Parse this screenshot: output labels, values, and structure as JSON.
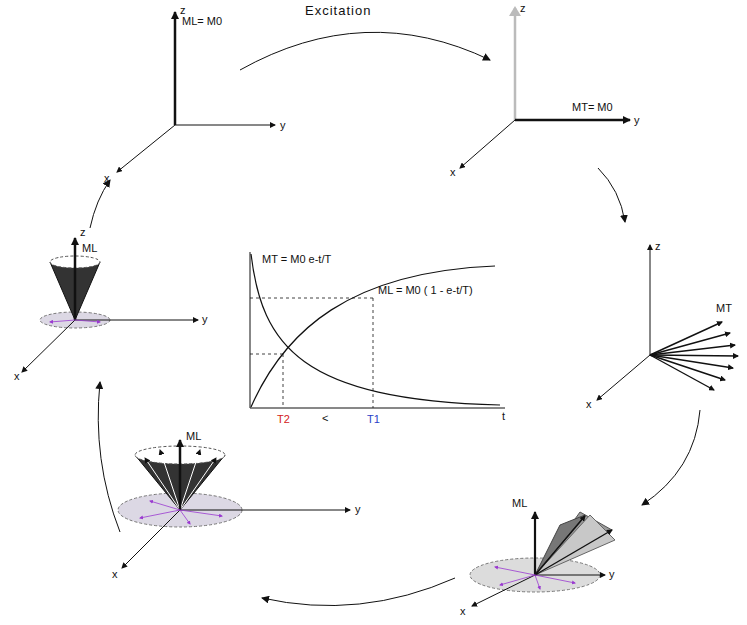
{
  "diagram": {
    "labels": [
      "ML= M0",
      "Excitation",
      "z",
      "y",
      "x",
      "z",
      "MT= M0",
      "y",
      "x",
      "z",
      "MT",
      "x",
      "ML",
      "y",
      "x",
      "ML",
      "y",
      "x",
      "z",
      "ML",
      "y",
      "x",
      "MT = M0 e-t/T",
      "ML = M0 ( 1 - e-t/T)",
      "T2",
      "<",
      "T1",
      "t"
    ]
  }
}
